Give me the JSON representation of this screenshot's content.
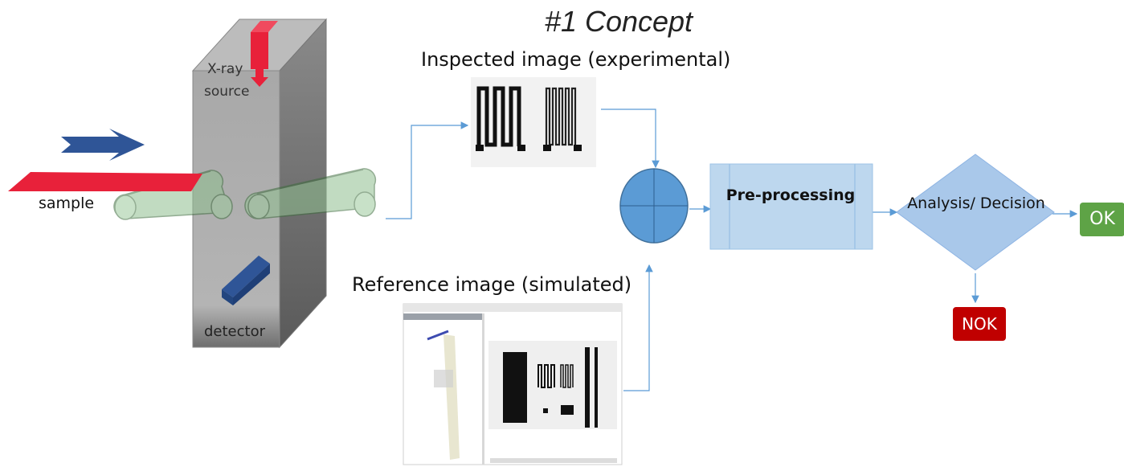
{
  "title": "#1 Concept",
  "labels": {
    "inspected_image": "Inspected image (experimental)",
    "reference_image": "Reference image (simulated)",
    "sample": "sample",
    "xray": "X-ray",
    "source": "source",
    "detector": "detector",
    "preprocessing": "Pre-processing",
    "analysis": "Analysis/ Decision",
    "ok": "OK",
    "nok": "NOK"
  },
  "colors": {
    "box_fill": "#a6a6a6",
    "source_red": "#e8213a",
    "arrow_blue": "#2f5597",
    "conveyor_green": "#8fbf8f",
    "node_blue": "#5b9bd5",
    "process_fill": "#bdd7ee",
    "ok_green": "#5ea346",
    "nok_red": "#c00000"
  }
}
